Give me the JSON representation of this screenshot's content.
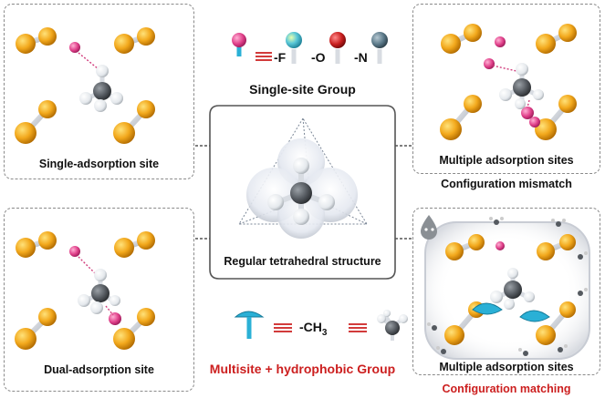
{
  "panels": {
    "top_left": {
      "label": "Single-adsorption site"
    },
    "bottom_left": {
      "label": "Dual-adsorption site"
    },
    "top_right": {
      "label": "Multiple adsorption sites",
      "sublabel": "Configuration mismatch"
    },
    "bottom_right": {
      "label": "Multiple adsorption sites",
      "sublabel": "Configuration matching"
    }
  },
  "center": {
    "single_site": {
      "groups": [
        "-F",
        "-O",
        "-N"
      ],
      "title": "Single-site Group"
    },
    "tetrahedral_label": "Regular tetrahedral structure",
    "multisite": {
      "formula_prefix": "-CH",
      "formula_sub": "3",
      "title": "Multisite + hydrophobic Group"
    }
  },
  "colors": {
    "pink_group": "#e0408a",
    "fluorine": "#5bc8d8",
    "oxygen": "#c81e1e",
    "nitrogen": "#5a7888",
    "metal_node": "#f2a81c",
    "frame": "#c8ccd4",
    "carbon": "#555a60",
    "hydrogen": "#e8ecf0",
    "multisite_cup": "#2ab0d6",
    "accent_red": "#cc1f1f",
    "water_drop": "#8a8f94"
  }
}
